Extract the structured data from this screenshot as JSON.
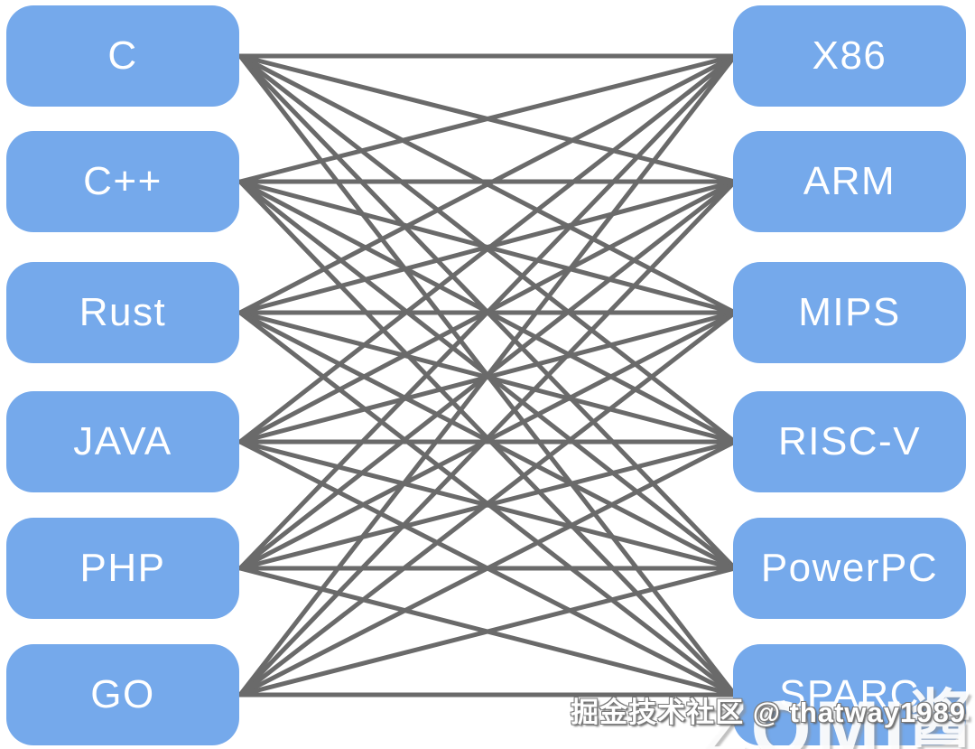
{
  "diagram": {
    "left_nodes": [
      "C",
      "C++",
      "Rust",
      "JAVA",
      "PHP",
      "GO"
    ],
    "right_nodes": [
      "X86",
      "ARM",
      "MIPS",
      "RISC-V",
      "PowerPC",
      "SPARC"
    ],
    "edges": [
      [
        0,
        0
      ],
      [
        0,
        1
      ],
      [
        0,
        2
      ],
      [
        0,
        3
      ],
      [
        0,
        4
      ],
      [
        0,
        5
      ],
      [
        1,
        0
      ],
      [
        1,
        1
      ],
      [
        1,
        2
      ],
      [
        1,
        3
      ],
      [
        1,
        4
      ],
      [
        1,
        5
      ],
      [
        2,
        0
      ],
      [
        2,
        1
      ],
      [
        2,
        2
      ],
      [
        2,
        3
      ],
      [
        2,
        4
      ],
      [
        2,
        5
      ],
      [
        3,
        0
      ],
      [
        3,
        1
      ],
      [
        3,
        2
      ],
      [
        3,
        3
      ],
      [
        3,
        4
      ],
      [
        3,
        5
      ],
      [
        4,
        0
      ],
      [
        4,
        1
      ],
      [
        4,
        2
      ],
      [
        4,
        3
      ],
      [
        4,
        4
      ],
      [
        4,
        5
      ],
      [
        5,
        0
      ],
      [
        5,
        1
      ],
      [
        5,
        2
      ],
      [
        5,
        3
      ],
      [
        5,
        4
      ],
      [
        5,
        5
      ]
    ]
  },
  "colors": {
    "node_fill": "#75A9EB",
    "node_text": "#FFFFFF",
    "edge": "#6A6A6A",
    "background": "#FFFFFF"
  },
  "watermarks": {
    "community": "掘金技术社区 @ thatway1989",
    "logo_latin": "ZOMI",
    "logo_cjk": "酱"
  }
}
